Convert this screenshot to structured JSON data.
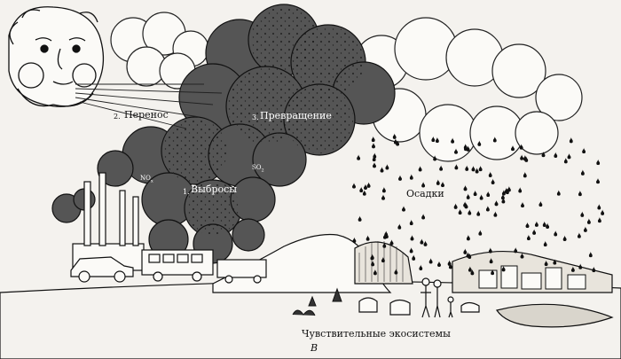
{
  "labels": {
    "transfer_num": "2.",
    "transfer": "Перенос",
    "transform_num": "3.",
    "transform": "Превращение",
    "emissions_num": "1.",
    "emissions": "Выбросы",
    "precip": "Осадки",
    "nox": "NO",
    "nox_sub": "x",
    "so2": "SO",
    "so2_sub": "2",
    "ecosystems": "Чувствительные экосистемы",
    "letter": "В"
  },
  "colors": {
    "ink": "#1a1a1a",
    "smoke": "#555555",
    "paper": "#f4f2ee"
  }
}
